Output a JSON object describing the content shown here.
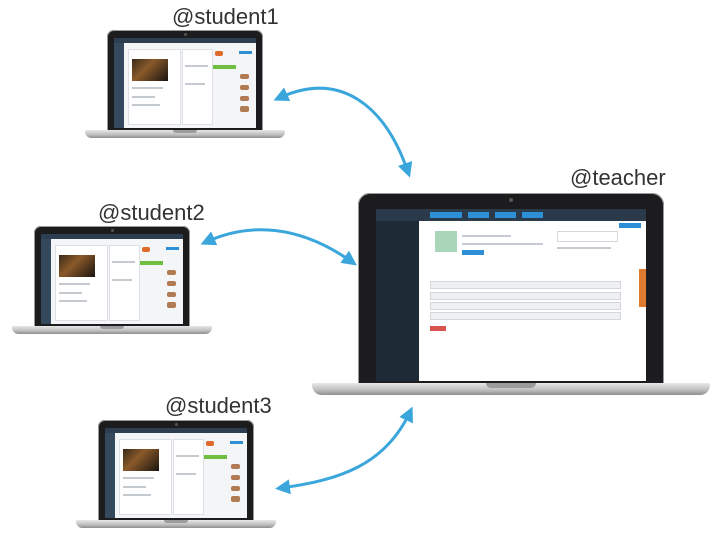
{
  "labels": {
    "student1": "@student1",
    "student2": "@student2",
    "student3": "@student3",
    "teacher": "@teacher"
  },
  "colors": {
    "arrow": "#3aa6dc",
    "text": "#333333"
  }
}
